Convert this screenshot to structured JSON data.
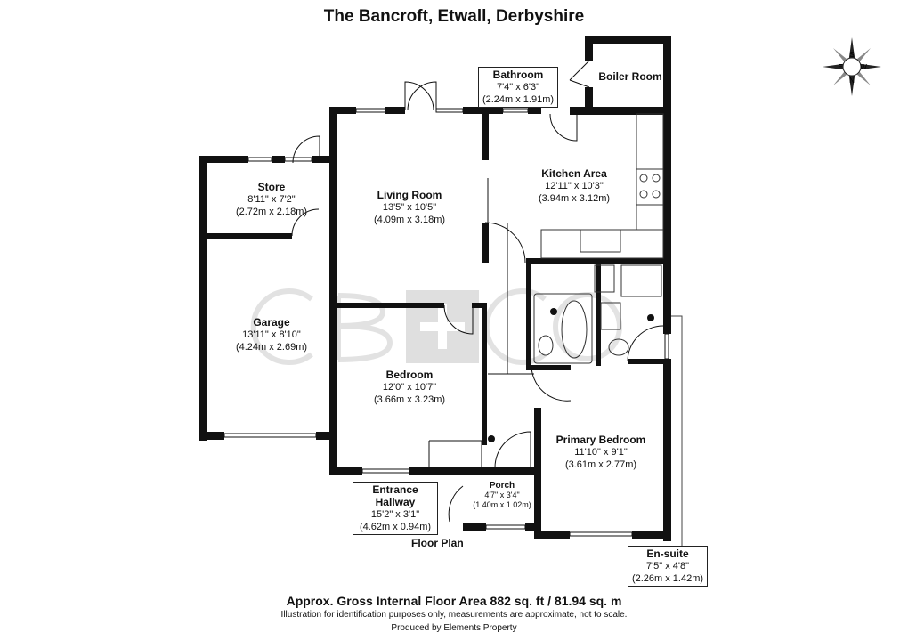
{
  "title": "The Bancroft, Etwall, Derbyshire",
  "compass": {
    "n": "N",
    "e": "E",
    "s": "S",
    "w": "W"
  },
  "rooms": {
    "bathroom": {
      "name": "Bathroom",
      "imperial": "7'4\" x 6'3\"",
      "metric": "(2.24m x 1.91m)"
    },
    "boiler": {
      "name": "Boiler Room"
    },
    "kitchen": {
      "name": "Kitchen Area",
      "imperial": "12'11\" x 10'3\"",
      "metric": "(3.94m x 3.12m)"
    },
    "store": {
      "name": "Store",
      "imperial": "8'11\" x 7'2\"",
      "metric": "(2.72m x 2.18m)"
    },
    "living": {
      "name": "Living Room",
      "imperial": "13'5\" x 10'5\"",
      "metric": "(4.09m x 3.18m)"
    },
    "garage": {
      "name": "Garage",
      "imperial": "13'11\" x 8'10\"",
      "metric": "(4.24m x 2.69m)"
    },
    "bedroom": {
      "name": "Bedroom",
      "imperial": "12'0\" x 10'7\"",
      "metric": "(3.66m x 3.23m)"
    },
    "primary": {
      "name": "Primary Bedroom",
      "imperial": "11'10\" x 9'1\"",
      "metric": "(3.61m x 2.77m)"
    },
    "hallway": {
      "name": "Entrance Hallway",
      "imperial": "15'2\" x 3'1\"",
      "metric": "(4.62m x 0.94m)"
    },
    "porch": {
      "name": "Porch",
      "imperial": "4'7\" x 3'4\"",
      "metric": "(1.40m x 1.02m)"
    },
    "ensuite": {
      "name": "En-suite",
      "imperial": "7'5\" x 4'8\"",
      "metric": "(2.26m x 1.42m)"
    }
  },
  "floor_label": "Floor Plan",
  "watermark": "CB+CO",
  "footer": {
    "area": "Approx. Gross Internal Floor Area 882 sq. ft / 81.94 sq. m",
    "disclaimer": "Illustration for identification purposes only, measurements are approximate, not to scale.",
    "producer": "Produced by Elements Property"
  }
}
